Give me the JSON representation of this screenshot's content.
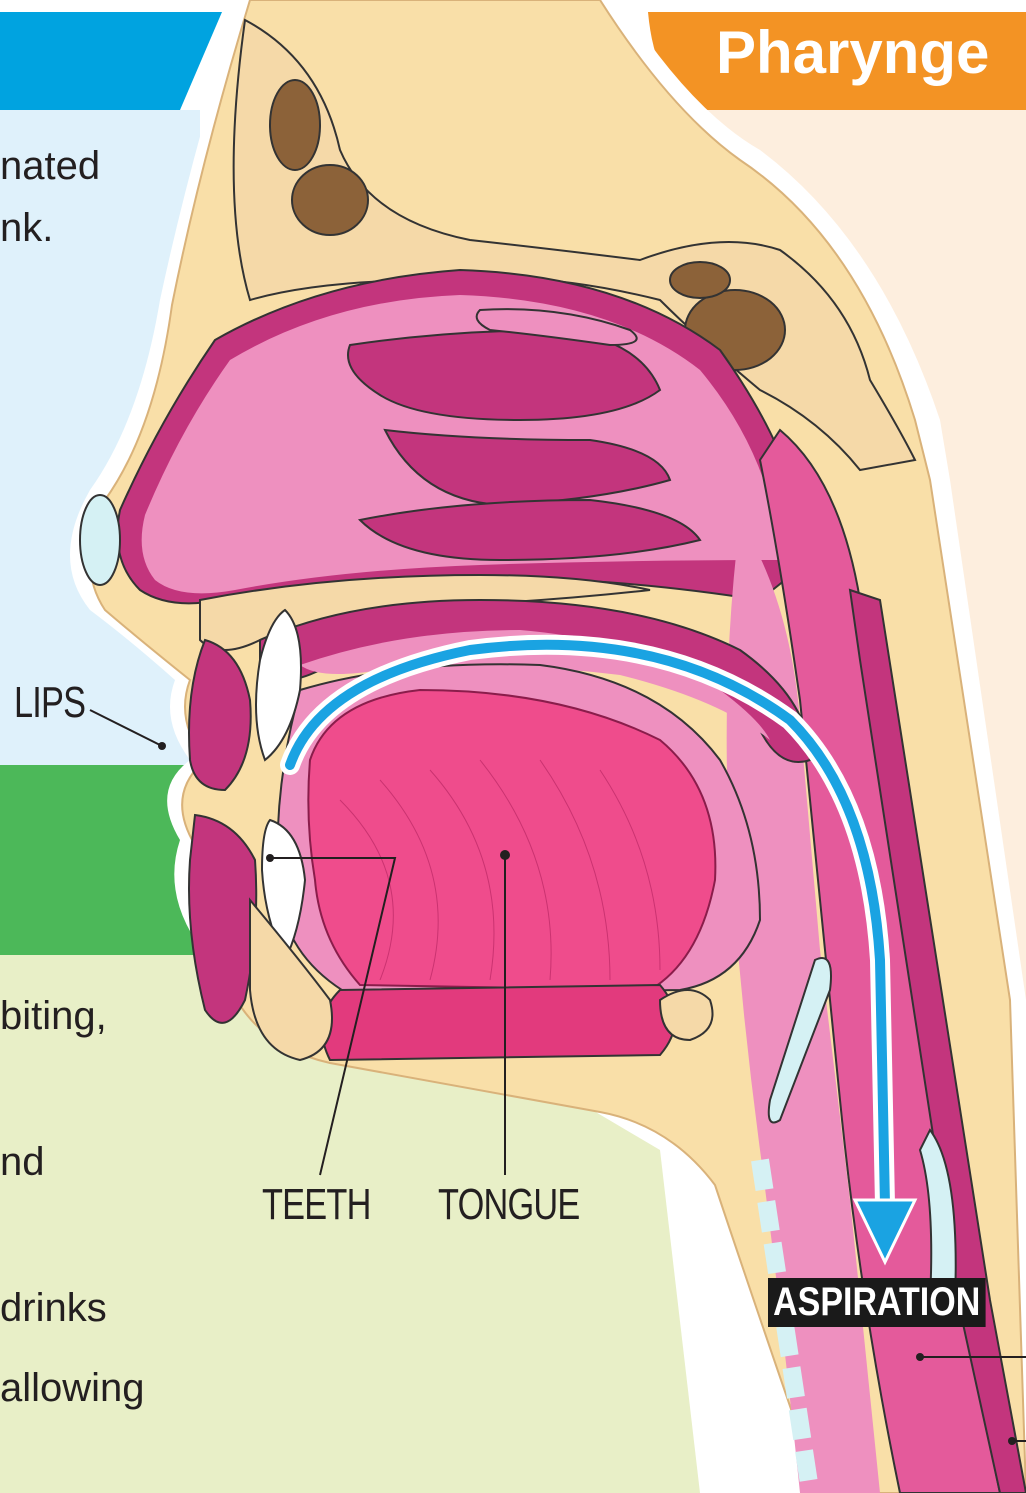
{
  "headers": {
    "pharyngeal": "Pharynge"
  },
  "left_text": {
    "oral_prep_lines": [
      "nated",
      "nk."
    ],
    "oral_lines": [
      "biting,",
      "nd",
      "drinks",
      "allowing"
    ]
  },
  "labels": {
    "lips": "LIPS",
    "teeth": "TEETH",
    "tongue": "TONGUE",
    "aspiration": "ASPIRATION"
  },
  "colors": {
    "blue_header": "#00a3e0",
    "blue_panel": "#dff1fb",
    "green_header": "#4cb859",
    "green_panel": "#e8efc7",
    "orange_header": "#f39324",
    "orange_panel": "#fdeede",
    "skin": "#f9dfa8",
    "bone": "#f5d9a8",
    "mucosa": "#e45a9b",
    "tongue": "#ef4c8c",
    "arrow": "#1aa3e2"
  }
}
